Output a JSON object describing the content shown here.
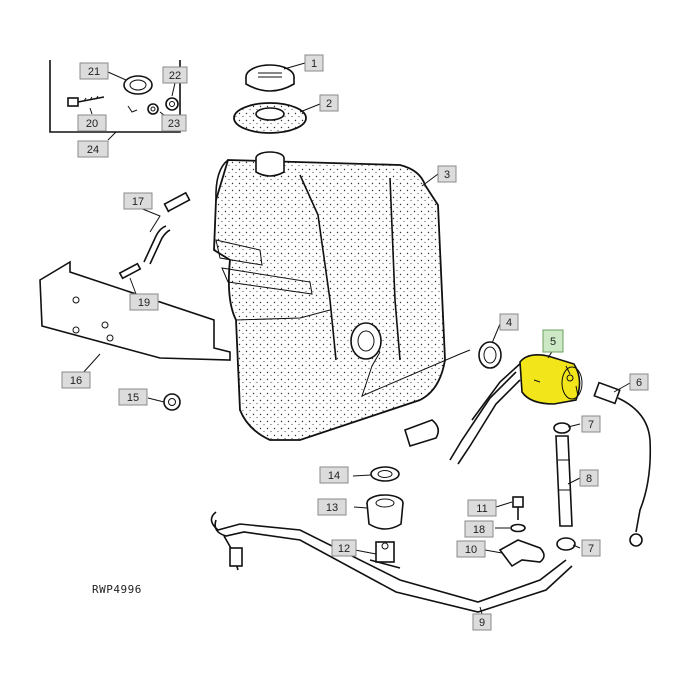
{
  "drawing_id": "RWP4996",
  "colors": {
    "callout_box": "#dcdcdc",
    "callout_border": "#8a8a8a",
    "highlight": "#f2e61a",
    "highlight_callout": "#cde8c4",
    "highlight_callout_border": "#6aa05c",
    "ink": "#111111"
  },
  "callouts": [
    {
      "id": "c1",
      "label": "1"
    },
    {
      "id": "c2",
      "label": "2"
    },
    {
      "id": "c3",
      "label": "3"
    },
    {
      "id": "c4",
      "label": "4"
    },
    {
      "id": "c5",
      "label": "5",
      "highlighted": true
    },
    {
      "id": "c6",
      "label": "6"
    },
    {
      "id": "c7a",
      "label": "7"
    },
    {
      "id": "c7b",
      "label": "7"
    },
    {
      "id": "c8",
      "label": "8"
    },
    {
      "id": "c9",
      "label": "9"
    },
    {
      "id": "c10",
      "label": "10"
    },
    {
      "id": "c11",
      "label": "11"
    },
    {
      "id": "c12",
      "label": "12"
    },
    {
      "id": "c13",
      "label": "13"
    },
    {
      "id": "c14",
      "label": "14"
    },
    {
      "id": "c15",
      "label": "15"
    },
    {
      "id": "c16",
      "label": "16"
    },
    {
      "id": "c17",
      "label": "17"
    },
    {
      "id": "c18",
      "label": "18"
    },
    {
      "id": "c19",
      "label": "19"
    },
    {
      "id": "c20",
      "label": "20"
    },
    {
      "id": "c21",
      "label": "21"
    },
    {
      "id": "c22",
      "label": "22"
    },
    {
      "id": "c23",
      "label": "23"
    },
    {
      "id": "c24",
      "label": "24"
    }
  ]
}
